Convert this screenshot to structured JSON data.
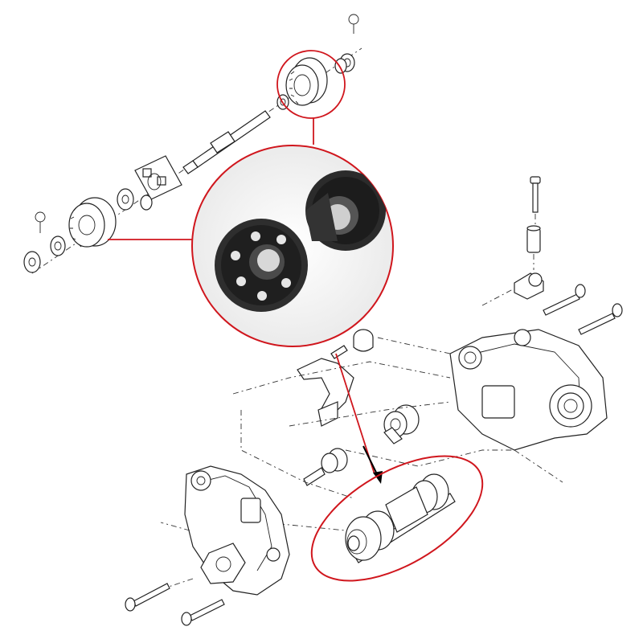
{
  "diagram": {
    "accent_color": "#d0161d",
    "line_color": "#222222",
    "background": "#ffffff",
    "parts": [
      "clip-ring",
      "bearing",
      "spur-gear",
      "shaft",
      "dog-clutch",
      "shift-fork",
      "screw",
      "bushing",
      "ball-link",
      "gearbox-case-left",
      "gearbox-case-right",
      "gear-assembly"
    ],
    "callouts": [
      "top-gear-highlight",
      "photo-inset",
      "assembly-highlight"
    ]
  }
}
